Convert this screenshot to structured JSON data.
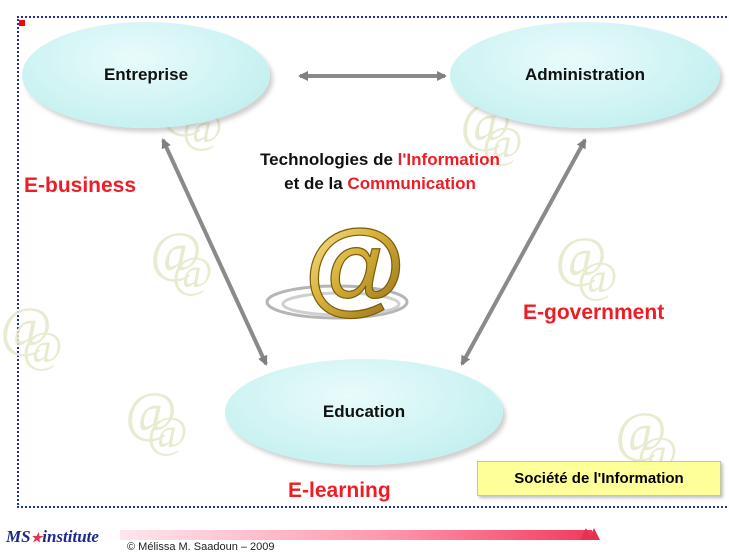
{
  "nodes": {
    "entreprise": "Entreprise",
    "administration": "Administration",
    "education": "Education"
  },
  "center": {
    "line1_a": "Technologies de ",
    "line1_b": "l'Information",
    "line2_a": "et de la ",
    "line2_b": "Communication"
  },
  "links": {
    "e_business": "E-business",
    "e_government": "E-government",
    "e_learning": "E-learning"
  },
  "society_label": "Société de l'Information",
  "footer": {
    "logo_ms": "MS",
    "logo_institute": "institute",
    "copyright": "© Mélissa M. Saadoun – 2009"
  },
  "colors": {
    "accent_red": "#ee1c25",
    "border_blue": "#1f2fa8",
    "node_fill": "#cff3f3",
    "gold": "#c9a227"
  },
  "icons": [
    "at-sign-icon",
    "at-sign-watermark-icon",
    "double-arrow-icon"
  ]
}
